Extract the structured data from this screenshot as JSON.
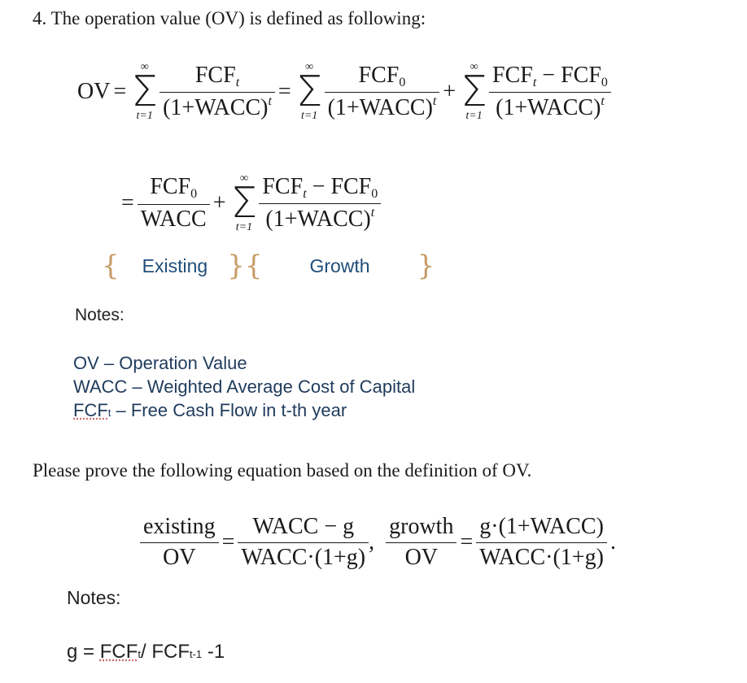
{
  "problem": {
    "heading": "4. The operation value (OV) is defined as following:",
    "prove_text": "Please prove the following equation based on the definition of OV."
  },
  "eq1": {
    "lhs": "OV",
    "eq": "=",
    "sum_top": "∞",
    "sum_bottom": "t=1",
    "fcf": "FCF",
    "sub_t": "t",
    "sub_0": "0",
    "denom_base": "(1+WACC)",
    "denom_exp": "t",
    "plus": "+",
    "minus": "−"
  },
  "eq2": {
    "wacc": "WACC",
    "existing_label": "Existing",
    "growth_label": "Growth",
    "brace_open": "{",
    "brace_close": "}"
  },
  "notes1": {
    "heading": "Notes:",
    "ov_line": "OV – Operation Value",
    "wacc_line": "WACC – Weighted Average Cost of Capital",
    "fcf_main": "FCF",
    "fcf_sub": "t",
    "fcf_rest": " – Free Cash Flow in t-th year"
  },
  "eq3": {
    "existing": "existing",
    "ov": "OV",
    "eq": "=",
    "num1": "WACC − g",
    "den1": "WACC·(1+g)",
    "comma": ",",
    "growth": "growth",
    "num2": "g·(1+WACC)",
    "den2": "WACC·(1+g)",
    "period": "."
  },
  "notes2": {
    "heading": "Notes:",
    "g_prefix": "g = ",
    "fcf_t": "FCF",
    "sub_t": "t",
    "slash": "/ FCF",
    "sub_t1": "t-1",
    "minus_one": " -1"
  }
}
